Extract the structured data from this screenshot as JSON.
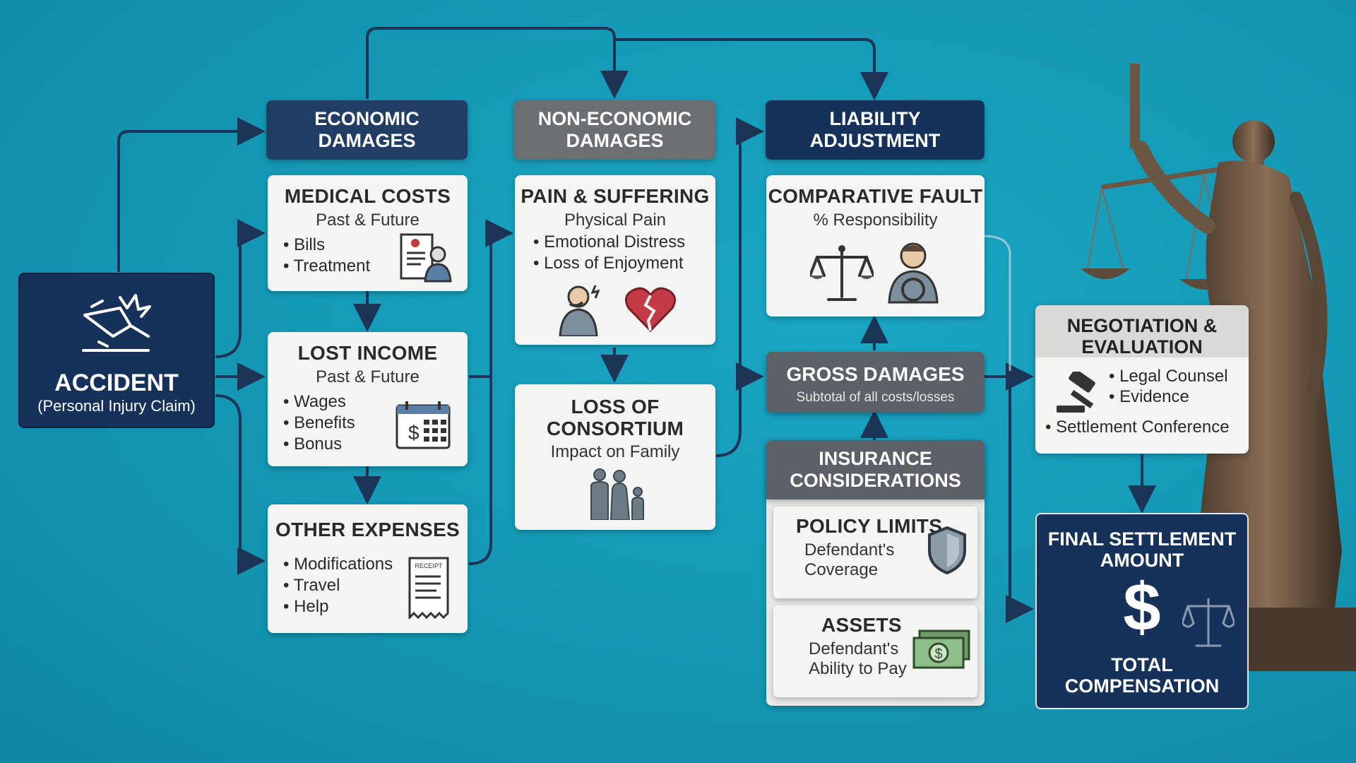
{
  "accident": {
    "title": "ACCIDENT",
    "subtitle": "(Personal Injury Claim)"
  },
  "headers": {
    "economic": [
      "ECONOMIC",
      "DAMAGES"
    ],
    "non_economic": [
      "NON-ECONOMIC",
      "DAMAGES"
    ],
    "liability": [
      "LIABILITY",
      "ADJUSTMENT"
    ]
  },
  "medical": {
    "title": "MEDICAL COSTS",
    "sub": "Past & Future",
    "items": [
      "Bills",
      "Treatment"
    ]
  },
  "lost_income": {
    "title": "LOST INCOME",
    "sub": "Past & Future",
    "items": [
      "Wages",
      "Benefits",
      "Bonus"
    ]
  },
  "other_expenses": {
    "title": "OTHER EXPENSES",
    "items": [
      "Modifications",
      "Travel",
      "Help"
    ],
    "receipt_label": "RECEIPT"
  },
  "pain": {
    "title": "PAIN & SUFFERING",
    "sub": "Physical Pain",
    "items": [
      "Emotional Distress",
      "Loss of Enjoyment"
    ]
  },
  "consortium": {
    "title_lines": [
      "LOSS OF",
      "CONSORTIUM"
    ],
    "sub": "Impact on Family"
  },
  "comparative": {
    "title": "COMPARATIVE FAULT",
    "sub": "% Responsibility"
  },
  "gross": {
    "title": "GROSS DAMAGES",
    "sub": "Subtotal of all costs/losses"
  },
  "insurance": {
    "title_lines": [
      "INSURANCE",
      "CONSIDERATIONS"
    ],
    "policy": {
      "title": "POLICY LIMITS",
      "sub_lines": [
        "Defendant's",
        "Coverage"
      ]
    },
    "assets": {
      "title": "ASSETS",
      "sub_lines": [
        "Defendant's",
        "Ability to Pay"
      ]
    }
  },
  "negotiation": {
    "title_lines": [
      "NEGOTIATION &",
      "EVALUATION"
    ],
    "items": [
      "Legal Counsel",
      "Evidence",
      "Settlement Conference"
    ]
  },
  "final": {
    "title_lines": [
      "FINAL SETTLEMENT",
      "AMOUNT"
    ],
    "symbol": "$",
    "bottom_lines": [
      "TOTAL",
      "COMPENSATION"
    ]
  },
  "colors": {
    "navy": "#16325a",
    "header_navy": "#223d63",
    "gray": "#6b6f73",
    "card": "#f4f4f2",
    "background": "#1497b4",
    "connector": "#1c3556"
  }
}
